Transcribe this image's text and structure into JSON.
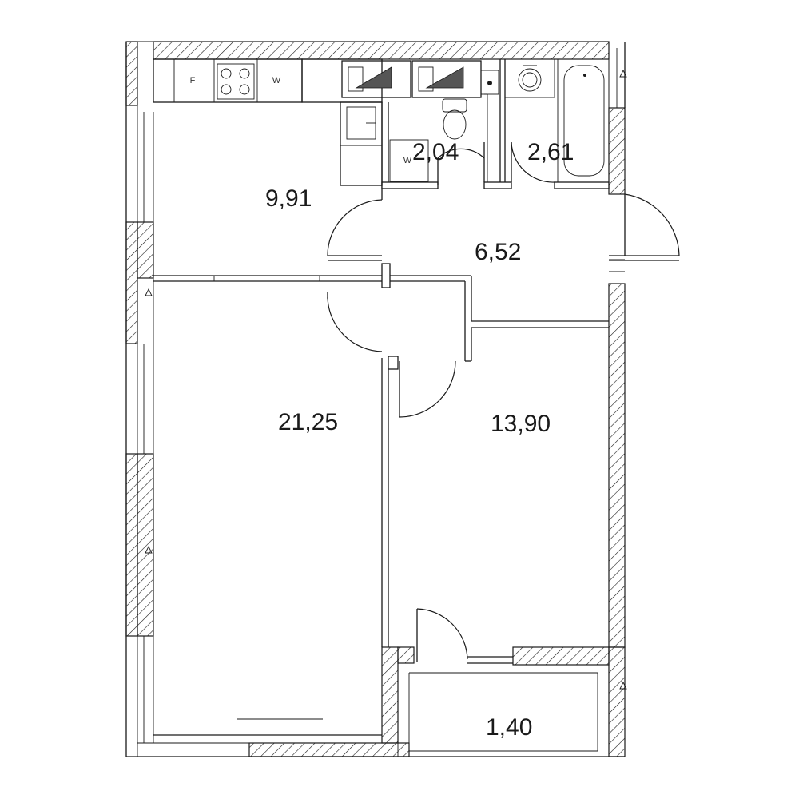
{
  "rooms": {
    "kitchen": "9,91",
    "toilet": "2,04",
    "bathroom": "2,61",
    "hall": "6,52",
    "living_room": "21,25",
    "bedroom": "13,90",
    "balcony": "1,40"
  },
  "appliances": {
    "fridge": "F",
    "washer_kitchen": "W",
    "washer_toilet": "W"
  }
}
